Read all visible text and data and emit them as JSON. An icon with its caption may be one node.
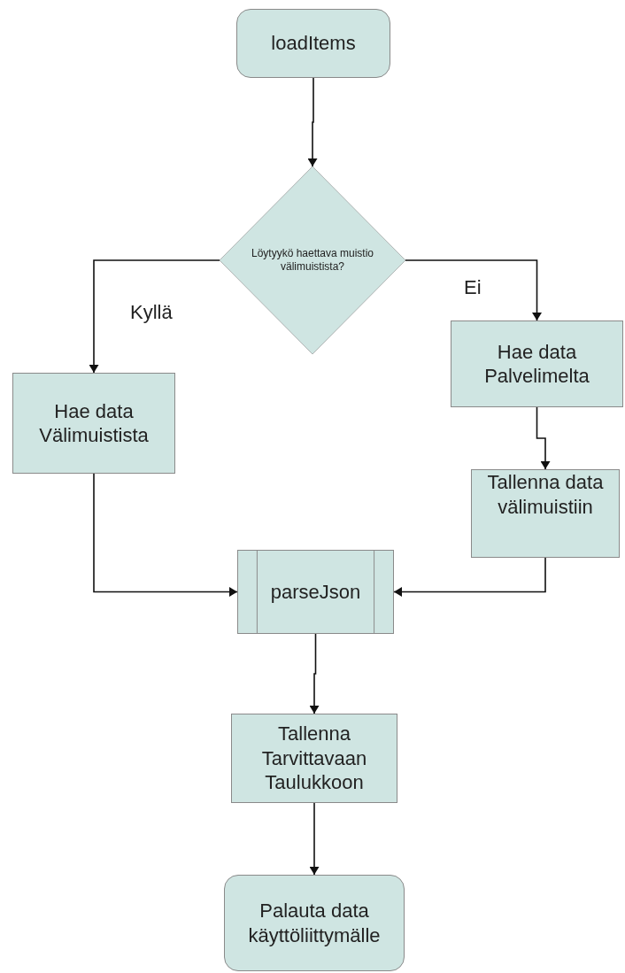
{
  "diagram": {
    "nodes": [
      {
        "text": [
          "loadItems"
        ]
      },
      {
        "text": [
          "Löytyykö haettava muistio välimuistista?"
        ]
      },
      {
        "text": [
          "Hae data Välimuistista"
        ]
      },
      {
        "text": [
          "Hae data Palvelimelta"
        ]
      },
      {
        "text": [
          "Tallenna data välimuistiin"
        ]
      },
      {
        "text": [
          "parseJson"
        ]
      },
      {
        "text": [
          "Tallenna Tarvittavaan Taulukkoon"
        ]
      },
      {
        "text": [
          "Palauta data käyttöliittymälle"
        ]
      }
    ],
    "edges": [
      {
        "from": 0,
        "to": 1,
        "arrow": "to"
      },
      {
        "from": 1,
        "to": 2,
        "arrow": "to",
        "label": "Kyllä"
      },
      {
        "from": 1,
        "to": 3,
        "arrow": "to",
        "label": "Ei"
      },
      {
        "from": 3,
        "to": 4,
        "arrow": "to"
      },
      {
        "from": 2,
        "to": 5,
        "arrow": "to"
      },
      {
        "from": 4,
        "to": 5,
        "arrow": "to"
      },
      {
        "from": 5,
        "to": 6,
        "arrow": "to"
      },
      {
        "from": 6,
        "to": 7,
        "arrow": "to"
      }
    ]
  }
}
